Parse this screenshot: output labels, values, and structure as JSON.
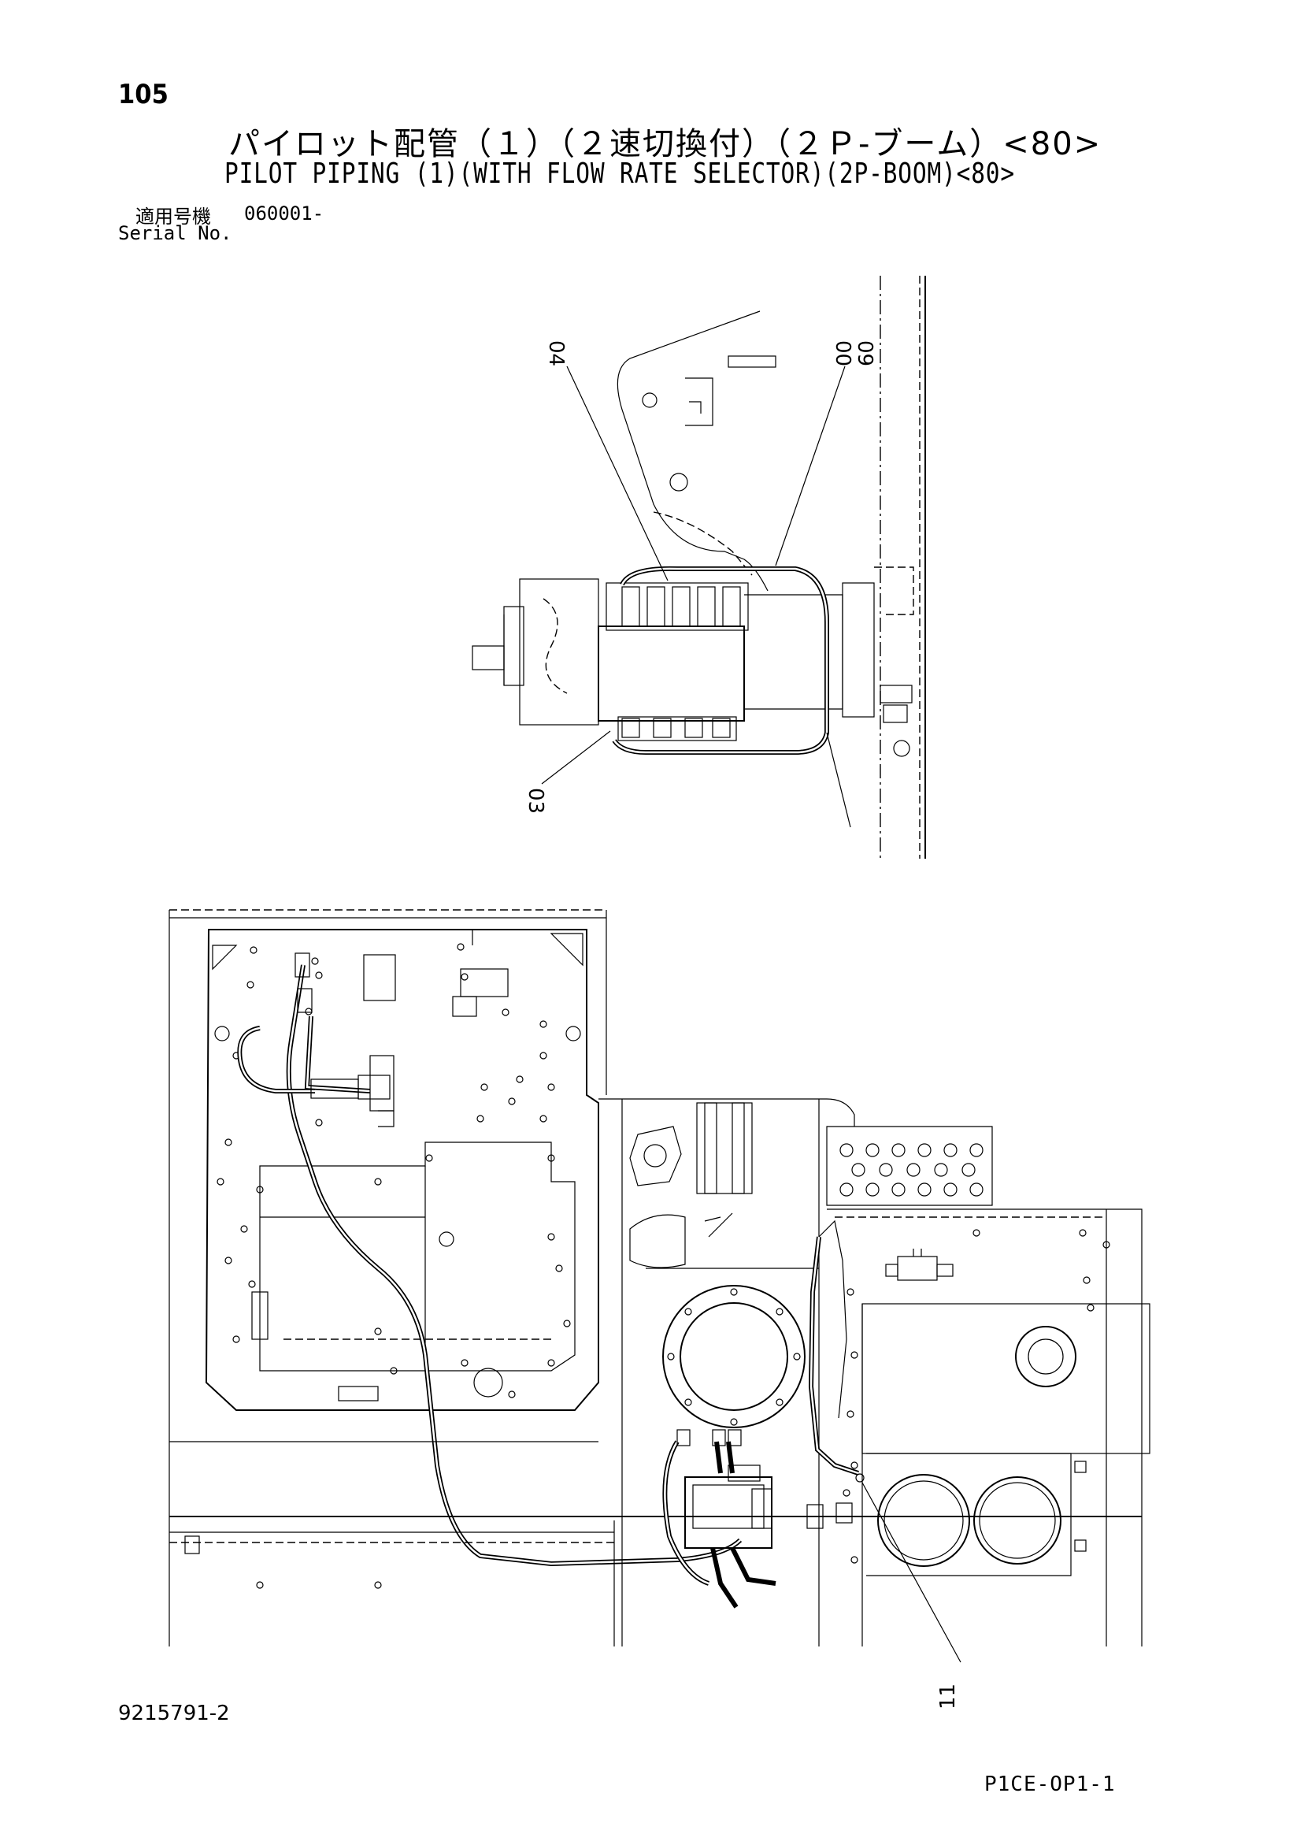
{
  "header": {
    "page_number": "105",
    "title_jp": "パイロット配管（１）（２速切換付）（２Ｐ-ブーム）<80>",
    "title_en": "PILOT PIPING (1)(WITH FLOW RATE SELECTOR)(2P-BOOM)<80>",
    "serial_label_jp": "適用号機",
    "serial_value": "060001-",
    "serial_label_en": "Serial No."
  },
  "part_labels": {
    "p04": "04",
    "p00": "00",
    "p09": "09",
    "p03": "03",
    "p11": "11"
  },
  "footer": {
    "doc_number": "9215791-2",
    "sheet_code": "P1CE-OP1-1"
  }
}
